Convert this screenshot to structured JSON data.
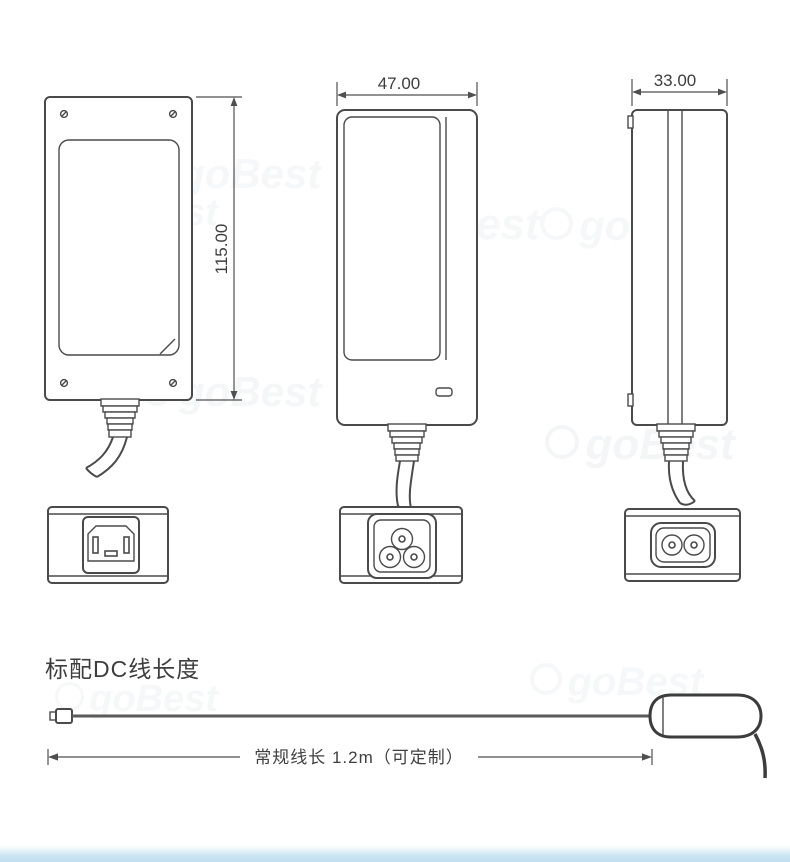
{
  "watermark": {
    "text": "goBest"
  },
  "views": {
    "front": {
      "height_label": "115.00"
    },
    "side": {
      "width_label": "47.00"
    },
    "edge": {
      "width_label": "33.00"
    }
  },
  "cable_section": {
    "heading": "标配DC线长度",
    "length_label": "常规线长 1.2m（可定制）"
  },
  "colors": {
    "line": "#4a4a4a",
    "accent_bar": "#cfe6f4"
  }
}
